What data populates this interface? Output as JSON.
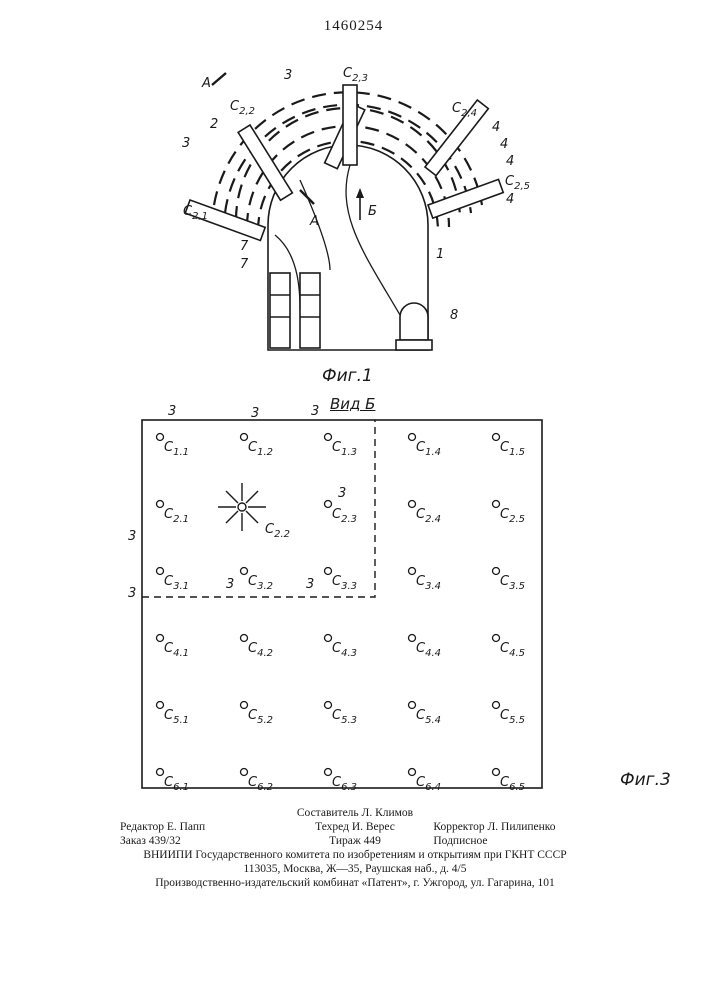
{
  "page_number": "1460254",
  "fig1": {
    "caption": "Фиг.1",
    "marker_A": "A",
    "arrow_B": "Б",
    "labels": {
      "c21": "C",
      "c21_sub": "2,1",
      "c22": "C",
      "c22_sub": "2,2",
      "c23": "C",
      "c23_sub": "2,3",
      "c24": "C",
      "c24_sub": "2,4",
      "c25": "C",
      "c25_sub": "2,5",
      "n1": "1",
      "n2": "2",
      "n3a": "3",
      "n3b": "3",
      "n4a": "4",
      "n4b": "4",
      "n4c": "4",
      "n4d": "4",
      "n7a": "7",
      "n7b": "7",
      "n8": "8"
    }
  },
  "fig3": {
    "view_label": "Вид Б",
    "caption": "Фиг.3",
    "ref3": "3",
    "grid": [
      [
        "1.1",
        "1.2",
        "1.3",
        "1.4",
        "1.5"
      ],
      [
        "2.1",
        "2.2",
        "2.3",
        "2.4",
        "2.5"
      ],
      [
        "3.1",
        "3.2",
        "3.3",
        "3.4",
        "3.5"
      ],
      [
        "4.1",
        "4.2",
        "4.3",
        "4.4",
        "4.5"
      ],
      [
        "5.1",
        "5.2",
        "5.3",
        "5.4",
        "5.5"
      ],
      [
        "6.1",
        "6.2",
        "6.3",
        "6.4",
        "6.5"
      ]
    ],
    "letter": "C"
  },
  "colophon": {
    "compiler": "Составитель Л. Климов",
    "editor": "Редактор Е. Папп",
    "techred": "Техред И. Верес",
    "corrector": "Корректор Л. Пилипенко",
    "order": "Заказ 439/32",
    "print_run": "Тираж 449",
    "subscription": "Подписное",
    "institute": "ВНИИПИ Государственного комитета по изобретениям и открытиям при ГКНТ СССР",
    "address": "113035, Москва, Ж—35, Раушская наб., д. 4/5",
    "plant": "Производственно-издательский комбинат «Патент», г. Ужгород, ул. Гагарина, 101"
  }
}
